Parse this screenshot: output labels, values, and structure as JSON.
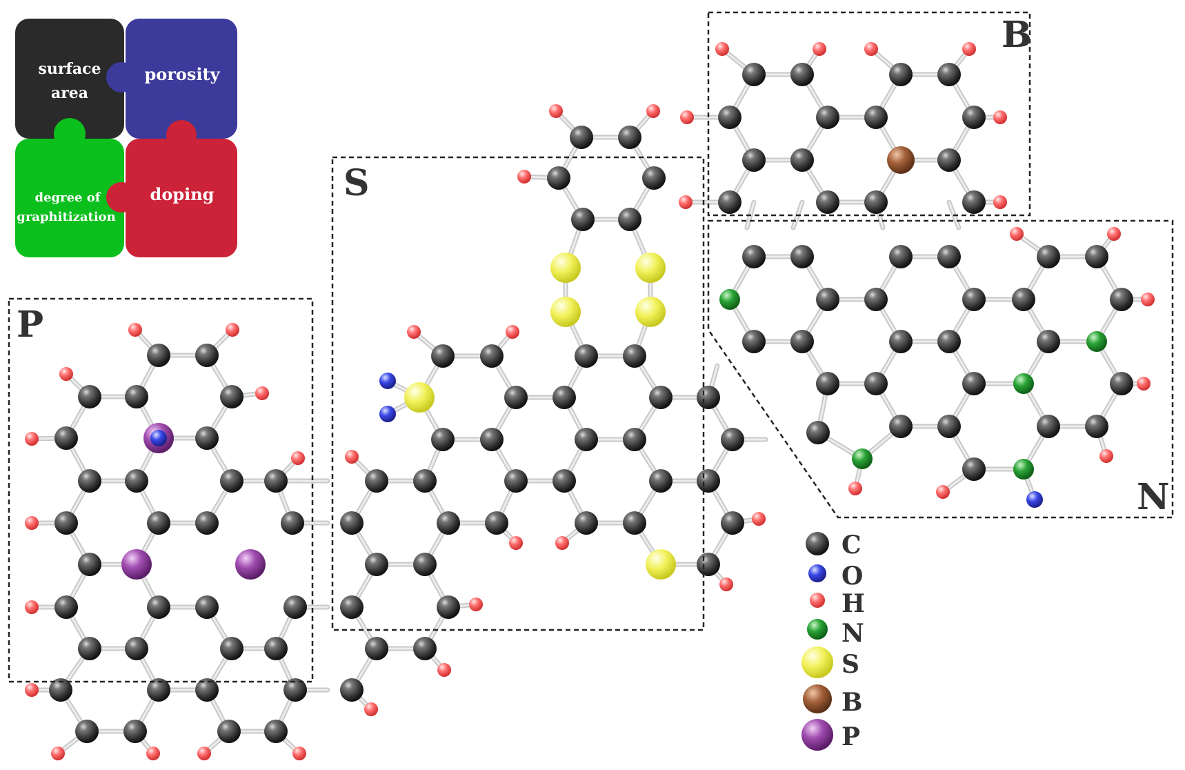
{
  "puzzle": {
    "pieces": [
      {
        "id": "surface-area",
        "lines": [
          "surface",
          "area"
        ],
        "color": "#2a2a2a"
      },
      {
        "id": "porosity",
        "lines": [
          "porosity"
        ],
        "color": "#3c3a9a"
      },
      {
        "id": "degree-of-graphitization",
        "lines": [
          "degree of",
          "graphitization"
        ],
        "color": "#0bbf1d"
      },
      {
        "id": "doping",
        "lines": [
          "doping"
        ],
        "color": "#cc2338"
      }
    ]
  },
  "regions": {
    "P": "P",
    "S": "S",
    "B": "B",
    "N": "N"
  },
  "legend": [
    {
      "element": "C",
      "color": "#3a3a3a"
    },
    {
      "element": "O",
      "color": "#2e3ad8"
    },
    {
      "element": "H",
      "color": "#ff5a5a"
    },
    {
      "element": "N",
      "color": "#1f9a2a"
    },
    {
      "element": "S",
      "color": "#eeee4a"
    },
    {
      "element": "B",
      "color": "#9b5a36"
    },
    {
      "element": "P",
      "color": "#9a3fa8"
    }
  ]
}
